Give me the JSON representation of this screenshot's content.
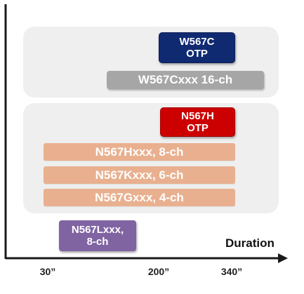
{
  "groups": {
    "w567": {
      "badge": "W567C\nOTP",
      "bar": "W567Cxxx 16-ch"
    },
    "n567": {
      "badge": "N567H\nOTP",
      "bars": [
        "N567Hxxx, 8-ch",
        "N567Kxxx, 6-ch",
        "N567Gxxx, 4-ch"
      ]
    }
  },
  "standalone": {
    "bar": "N567Lxxx,\n8-ch"
  },
  "axis": {
    "title": "Duration",
    "ticks": [
      "30”",
      "200”",
      "340”"
    ]
  },
  "colors": {
    "panel": "#efefef",
    "navy_badge": "#102a72",
    "red_badge": "#cc0000",
    "grey_bar": "#a6a6a6",
    "salmon_bar": "#e9b08f",
    "purple_bar": "#8064a2"
  }
}
